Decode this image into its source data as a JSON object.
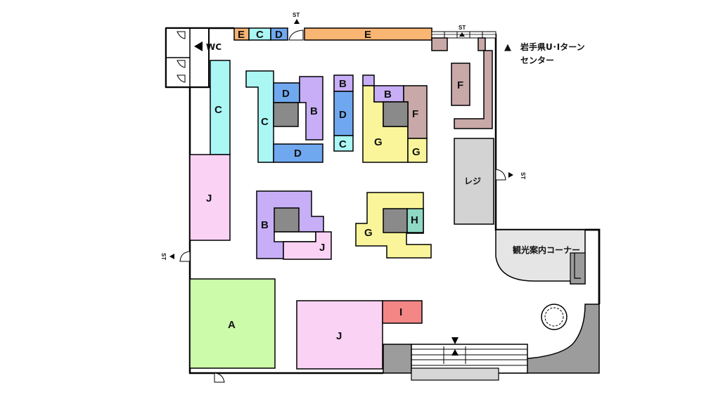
{
  "map": {
    "wc_label": "WC",
    "register_label": "レジ",
    "tourist_info_label": "観光案内コーナー",
    "entrance_marker": "▲",
    "legend_marker": "▲",
    "legend_line1": "岩手県U･Iターン",
    "legend_line2": "センター",
    "st_label": "ST",
    "zones": {
      "A": "A",
      "B": "B",
      "C": "C",
      "D": "D",
      "E": "E",
      "F": "F",
      "G": "G",
      "H": "H",
      "I": "I",
      "J": "J"
    },
    "colors": {
      "A": "#ccfcaa",
      "B": "#c7aef7",
      "C": "#aaf7f4",
      "D": "#6fa8ef",
      "E": "#f9b572",
      "F": "#c9a8a8",
      "G": "#faf59a",
      "H": "#8fd9c4",
      "I": "#f58686",
      "J": "#fad2f4",
      "pillar": "#8a8a8a",
      "gray_area": "#9c9c9c",
      "register": "#d3d3d3",
      "wall": "#000000"
    }
  }
}
